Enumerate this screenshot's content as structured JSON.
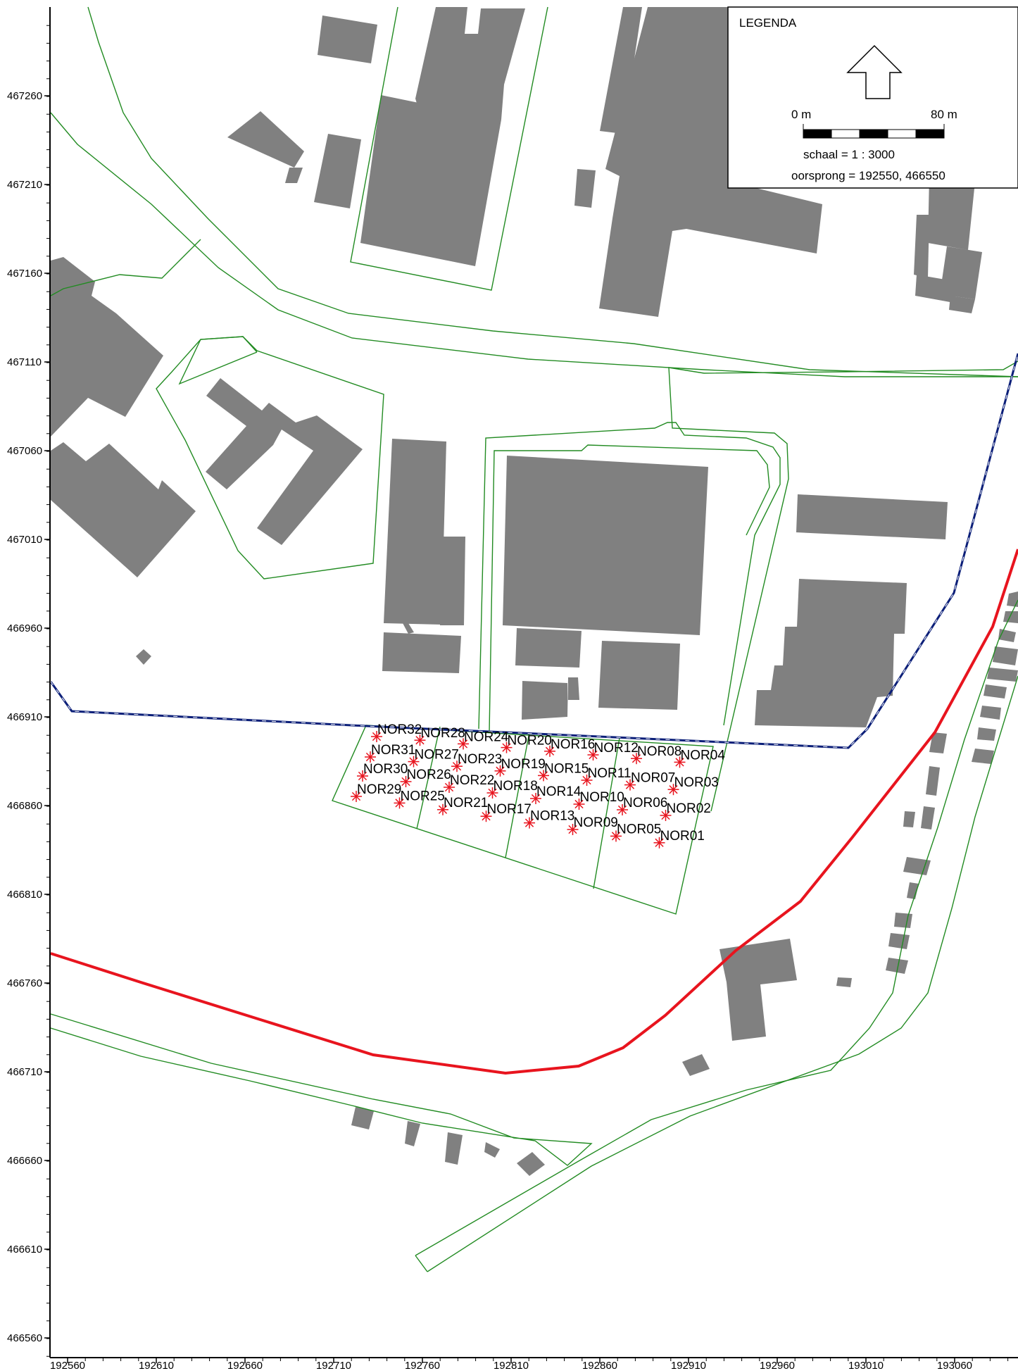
{
  "map": {
    "x_axis_ticks": [
      "192560",
      "192610",
      "192660",
      "192710",
      "192760",
      "192810",
      "192860",
      "192910",
      "192960",
      "193010",
      "193060"
    ],
    "y_axis_ticks": [
      "467260",
      "467210",
      "467160",
      "467110",
      "467060",
      "467010",
      "466960",
      "466910",
      "466860",
      "466810",
      "466760",
      "466710",
      "466660",
      "466610",
      "466560"
    ],
    "colors": {
      "building": "#808080",
      "contour": "#228B22",
      "road_red": "#e8141e",
      "boundary_blue": "#0a1e78",
      "marker": "#e8141e"
    },
    "legend": {
      "title": "LEGENDA",
      "north_arrow_icon": "north-arrow-icon",
      "scale_start": "0 m",
      "scale_end": "80 m",
      "scale_text": "schaal = 1 : 3000",
      "origin_text": "oorsprong = 192550, 466550"
    },
    "points": [
      {
        "label": "NOR32"
      },
      {
        "label": "NOR28"
      },
      {
        "label": "NOR24"
      },
      {
        "label": "NOR20"
      },
      {
        "label": "NOR16"
      },
      {
        "label": "NOR12"
      },
      {
        "label": "NOR08"
      },
      {
        "label": "NOR04"
      },
      {
        "label": "NOR31"
      },
      {
        "label": "NOR27"
      },
      {
        "label": "NOR23"
      },
      {
        "label": "NOR19"
      },
      {
        "label": "NOR15"
      },
      {
        "label": "NOR11"
      },
      {
        "label": "NOR07"
      },
      {
        "label": "NOR03"
      },
      {
        "label": "NOR30"
      },
      {
        "label": "NOR26"
      },
      {
        "label": "NOR22"
      },
      {
        "label": "NOR18"
      },
      {
        "label": "NOR14"
      },
      {
        "label": "NOR10"
      },
      {
        "label": "NOR06"
      },
      {
        "label": "NOR02"
      },
      {
        "label": "NOR29"
      },
      {
        "label": "NOR25"
      },
      {
        "label": "NOR21"
      },
      {
        "label": "NOR17"
      },
      {
        "label": "NOR13"
      },
      {
        "label": "NOR09"
      },
      {
        "label": "NOR05"
      },
      {
        "label": "NOR01"
      }
    ]
  }
}
